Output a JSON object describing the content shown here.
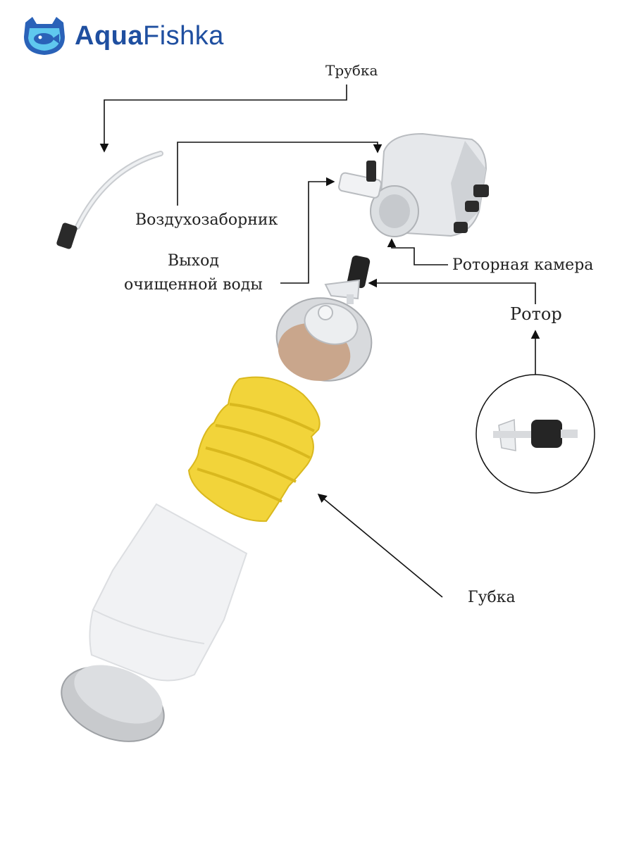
{
  "brand": {
    "name_bold": "Aqua",
    "name_light": "Fishka"
  },
  "labels": {
    "tube": "Трубка",
    "air_intake": "Воздухозаборник",
    "outlet_line1": "Выход",
    "outlet_line2": "очищенной воды",
    "rotor_chamber": "Роторная камера",
    "rotor": "Ротор",
    "sponge": "Губка"
  },
  "colors": {
    "brand_blue": "#1f4fa0",
    "sponge_yellow": "#f2d43a",
    "plastic_grey": "#d4d6d9",
    "line": "#111111"
  }
}
